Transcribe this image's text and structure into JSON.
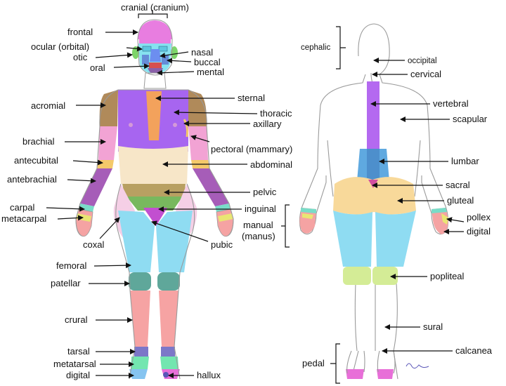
{
  "front_labels": {
    "cranial": "cranial (cranium)",
    "frontal": "frontal",
    "ocular": "ocular (orbital)",
    "otic": "otic",
    "nasal": "nasal",
    "buccal": "buccal",
    "oral": "oral",
    "mental": "mental",
    "acromial": "acromial",
    "sternal": "sternal",
    "thoracic": "thoracic",
    "axillary": "axillary",
    "brachial": "brachial",
    "pectoral": "pectoral (mammary)",
    "antecubital": "antecubital",
    "abdominal": "abdominal",
    "antebrachial": "antebrachial",
    "pelvic": "pelvic",
    "carpal": "carpal",
    "inguinal": "inguinal",
    "metacarpal": "metacarpal",
    "coxal": "coxal",
    "pubic": "pubic",
    "femoral": "femoral",
    "patellar": "patellar",
    "crural": "crural",
    "tarsal": "tarsal",
    "metatarsal": "metatarsal",
    "digital": "digital",
    "hallux": "hallux"
  },
  "center_labels": {
    "manual": "manual",
    "manus": "(manus)"
  },
  "back_labels": {
    "cephalic": "cephalic",
    "occipital": "occipital",
    "cervical": "cervical",
    "vertebral": "vertebral",
    "scapular": "scapular",
    "lumbar": "lumbar",
    "sacral": "sacral",
    "gluteal": "gluteal",
    "pollex": "pollex",
    "digital": "digital",
    "popliteal": "popliteal",
    "sural": "sural",
    "pedal": "pedal",
    "calcanea": "calcanea"
  },
  "colors": {
    "head": "#e87de0",
    "face": "#86e2f0",
    "otic": "#7ed56a",
    "nasal": "#6c8ef0",
    "mental": "#8a5fa8",
    "acromial": "#b08a5a",
    "thoracic": "#a765f0",
    "sternal": "#f3a25c",
    "brachial": "#f2a3d4",
    "antecubital": "#f4c96a",
    "antebrachial": "#a65db8",
    "abdominal": "#f7e6c8",
    "pelvic": "#b8a062",
    "inguinal": "#78b85e",
    "pubic": "#c24fd0",
    "coxal": "#f5cfe6",
    "femoral": "#8fdcf2",
    "patellar": "#5fa79a",
    "crural": "#f6a3a3",
    "tarsal": "#7c77c8",
    "metatarsal": "#73e6b0",
    "digital_foot": "#e86fd8",
    "carpal": "#79dcc8",
    "metacarpal": "#e9e673",
    "vertebral": "#b469f0",
    "lumbar": "#5fa9e0",
    "gluteal": "#f8d99a",
    "popliteal": "#d4ec96"
  }
}
